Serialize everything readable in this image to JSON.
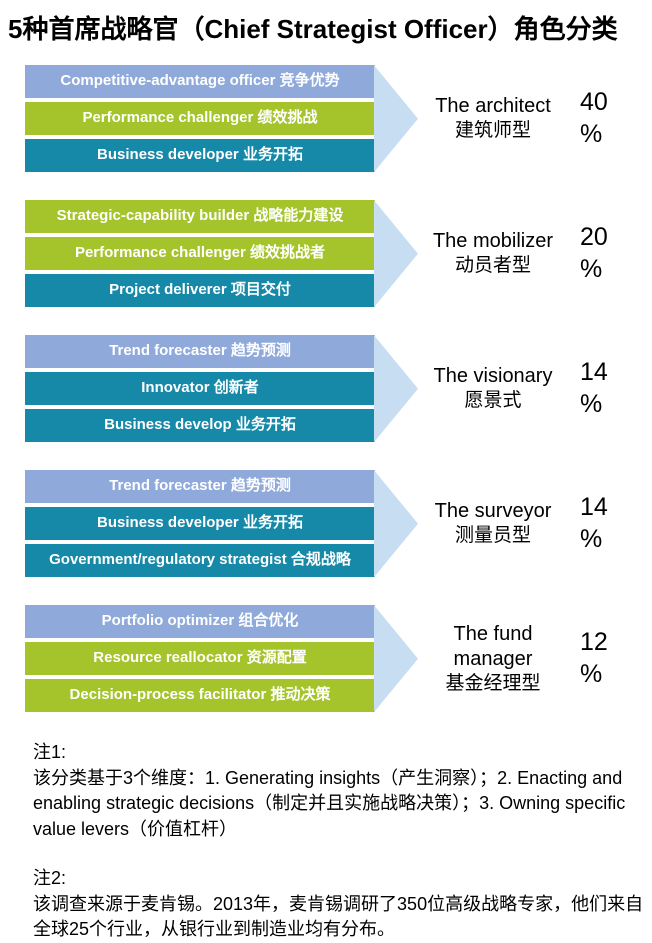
{
  "title": "5种首席战略官（Chief Strategist Officer）角色分类",
  "colors": {
    "periwinkle": "#8FA9DB",
    "green": "#A5C42B",
    "teal": "#1789A8",
    "arrow_light_blue": "#C7DDF2",
    "bar_text": "#FFFFFF",
    "text": "#000000"
  },
  "chart_data": {
    "type": "table",
    "title": "5种首席战略官（Chief Strategist Officer）角色分类",
    "categories": [
      "The architect 建筑师型",
      "The mobilizer 动员者型",
      "The visionary 愿景式",
      "The surveyor 测量员型",
      "The fund manager 基金经理型"
    ],
    "values_percent": [
      40,
      20,
      14,
      14,
      12
    ]
  },
  "groups": [
    {
      "label_en": "The architect",
      "label_zh": "建筑师型",
      "percent": "40\n%",
      "bars": [
        {
          "text": "Competitive-advantage officer 竞争优势",
          "color": "#8FA9DB"
        },
        {
          "text": "Performance challenger 绩效挑战",
          "color": "#A5C42B"
        },
        {
          "text": "Business developer 业务开拓",
          "color": "#1789A8"
        }
      ]
    },
    {
      "label_en": "The mobilizer",
      "label_zh": "动员者型",
      "percent": "20\n%",
      "bars": [
        {
          "text": "Strategic-capability builder 战略能力建设",
          "color": "#A5C42B"
        },
        {
          "text": "Performance challenger 绩效挑战者",
          "color": "#A5C42B"
        },
        {
          "text": "Project deliverer 项目交付",
          "color": "#1789A8"
        }
      ]
    },
    {
      "label_en": "The visionary",
      "label_zh": "愿景式",
      "percent": "14\n%",
      "bars": [
        {
          "text": "Trend forecaster 趋势预测",
          "color": "#8FA9DB"
        },
        {
          "text": "Innovator 创新者",
          "color": "#1789A8"
        },
        {
          "text": "Business develop 业务开拓",
          "color": "#1789A8"
        }
      ]
    },
    {
      "label_en": "The surveyor",
      "label_zh": "测量员型",
      "percent": "14\n%",
      "bars": [
        {
          "text": "Trend forecaster 趋势预测",
          "color": "#8FA9DB"
        },
        {
          "text": "Business developer 业务开拓",
          "color": "#1789A8"
        },
        {
          "text": "Government/regulatory strategist 合规战略",
          "color": "#1789A8"
        }
      ]
    },
    {
      "label_en": "The fund manager",
      "label_zh": "基金经理型",
      "percent": "12\n%",
      "bars": [
        {
          "text": "Portfolio optimizer 组合优化",
          "color": "#8FA9DB"
        },
        {
          "text": "Resource reallocator 资源配置",
          "color": "#A5C42B"
        },
        {
          "text": "Decision-process facilitator 推动决策",
          "color": "#A5C42B"
        }
      ]
    }
  ],
  "notes": [
    {
      "heading": "注1:",
      "body": "该分类基于3个维度：1. Generating insights（产生洞察）；2. Enacting and enabling strategic decisions（制定并且实施战略决策）；3. Owning specific value levers（价值杠杆）"
    },
    {
      "heading": "注2:",
      "body": "该调查来源于麦肯锡。2013年，麦肯锡调研了350位高级战略专家，他们来自全球25个行业，从银行业到制造业均有分布。"
    }
  ]
}
